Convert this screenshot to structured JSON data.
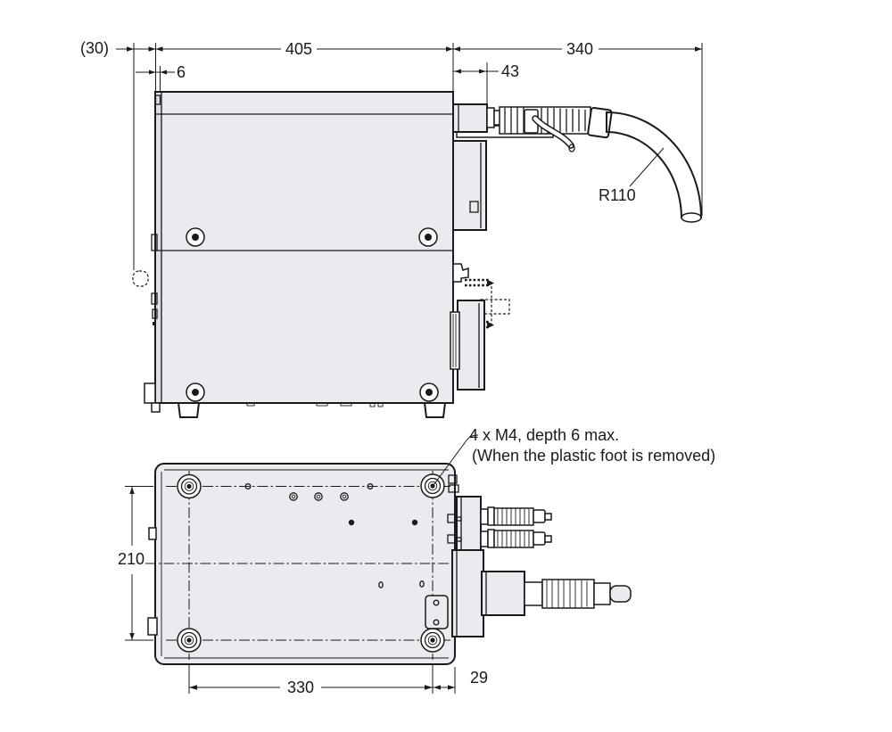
{
  "colors": {
    "line": "#1a1a1a",
    "body": "#e9ebee",
    "lip": "#dce0e5",
    "white": "#ffffff",
    "bg": "#ffffff"
  },
  "dims": {
    "d30": "(30)",
    "d405": "405",
    "d6": "6",
    "d43": "43",
    "d340": "340",
    "r110": "R110",
    "d210": "210",
    "d330": "330",
    "d29": "29"
  },
  "note": {
    "line1": "4 x M4, depth 6 max.",
    "line2": "(When the plastic foot is removed)"
  }
}
